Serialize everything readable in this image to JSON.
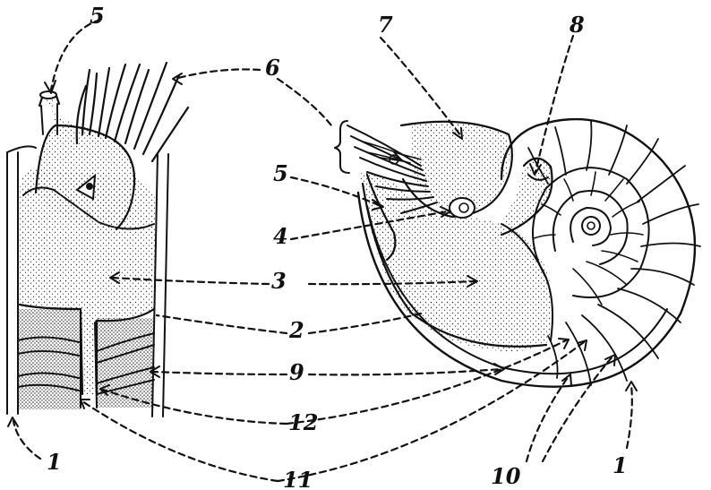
{
  "figure": {
    "left_labels": {
      "siphuncle": "5",
      "tentacles": "6",
      "body": "3",
      "mantle": "2",
      "septum": "9",
      "shell_wall": "1",
      "chamber": "12",
      "siphuncle_tube": "11"
    },
    "right_labels": {
      "hood": "7",
      "eye": "8",
      "tentacles": "6",
      "funnel": "5",
      "mouth": "4",
      "body": "3",
      "mantle": "2",
      "septum": "9",
      "chamber": "12",
      "siphuncle": "11",
      "siphuncle_rings": "10",
      "shell": "1"
    }
  }
}
